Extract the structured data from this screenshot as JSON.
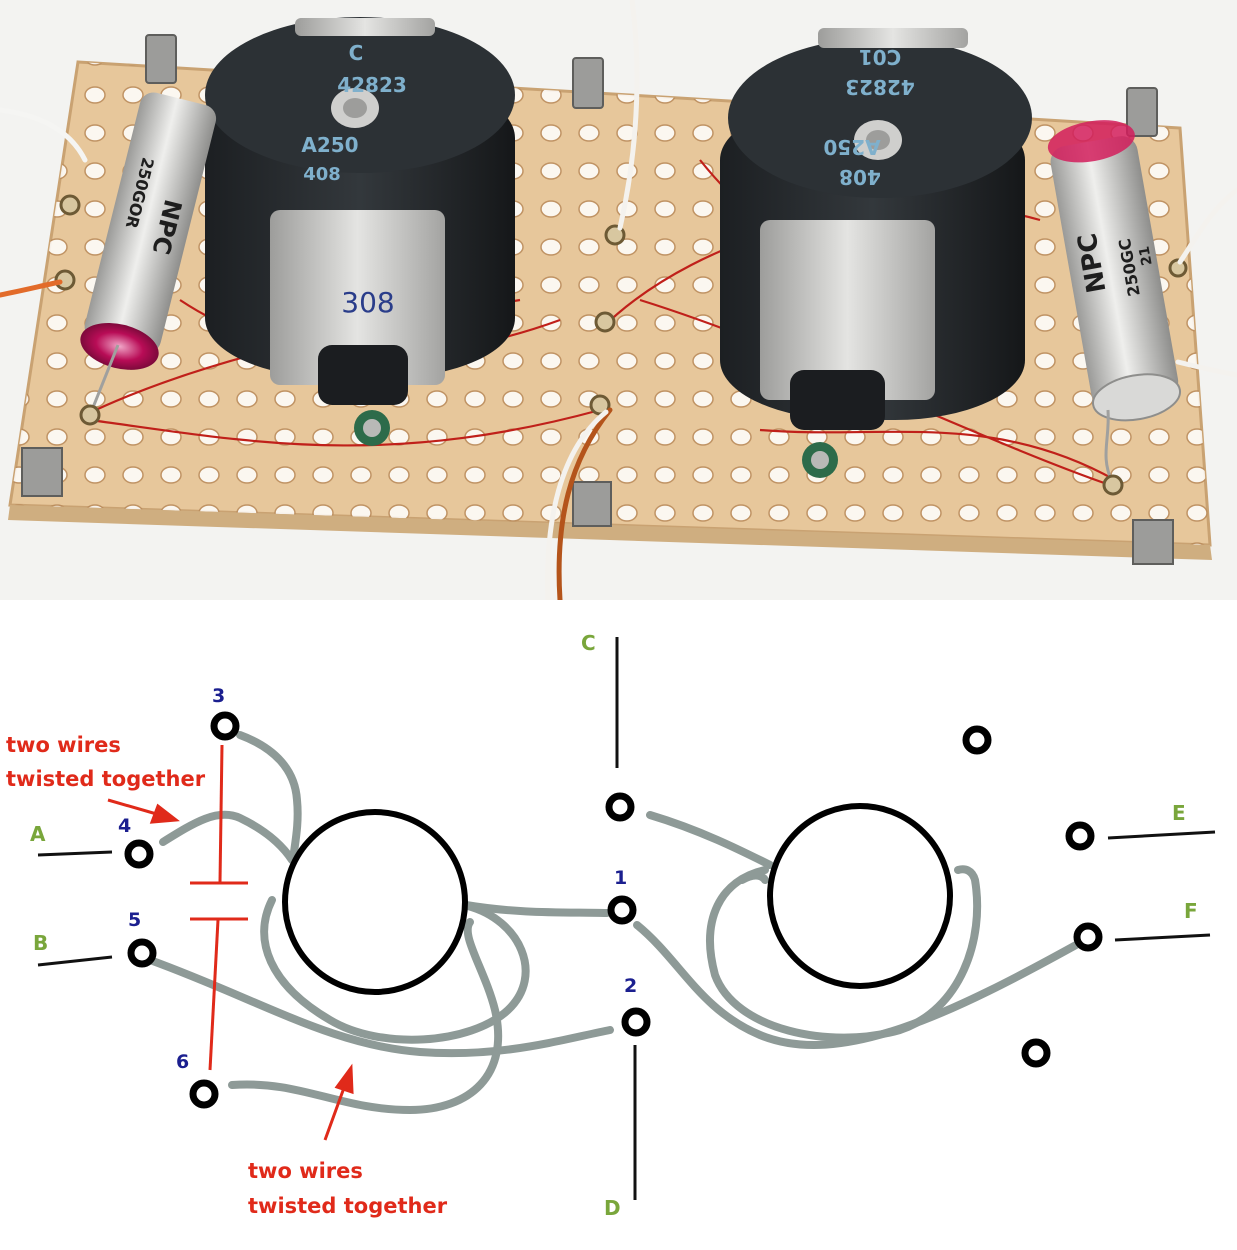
{
  "photo": {
    "left_capacitor": {
      "brand": "NPC",
      "rating": "250GOR"
    },
    "right_capacitor": {
      "brand": "NPC",
      "rating": "250GC",
      "extra": "21"
    },
    "left_inductor": {
      "line1": "C",
      "line2": "42823",
      "line3": "A250",
      "line4": "408",
      "stamp": "308"
    },
    "right_inductor": {
      "line1": "C01",
      "line2": "42823",
      "line3": "A250",
      "line4": "408"
    }
  },
  "schematic": {
    "pads": {
      "p1": "1",
      "p2": "2",
      "p3": "3",
      "p4": "4",
      "p5": "5",
      "p6": "6"
    },
    "connections": {
      "a": "A",
      "b": "B",
      "c": "C",
      "d": "D",
      "e": "E",
      "f": "F"
    },
    "notes": {
      "top_line1": "two wires",
      "top_line2": "twisted together",
      "bottom_line1": "two wires",
      "bottom_line2": "twisted together"
    },
    "colors": {
      "wire": "#8e9a97",
      "annotation": "#e02a1a",
      "pad_number": "#1b1f8f",
      "connection_letter": "#79a63b"
    }
  }
}
